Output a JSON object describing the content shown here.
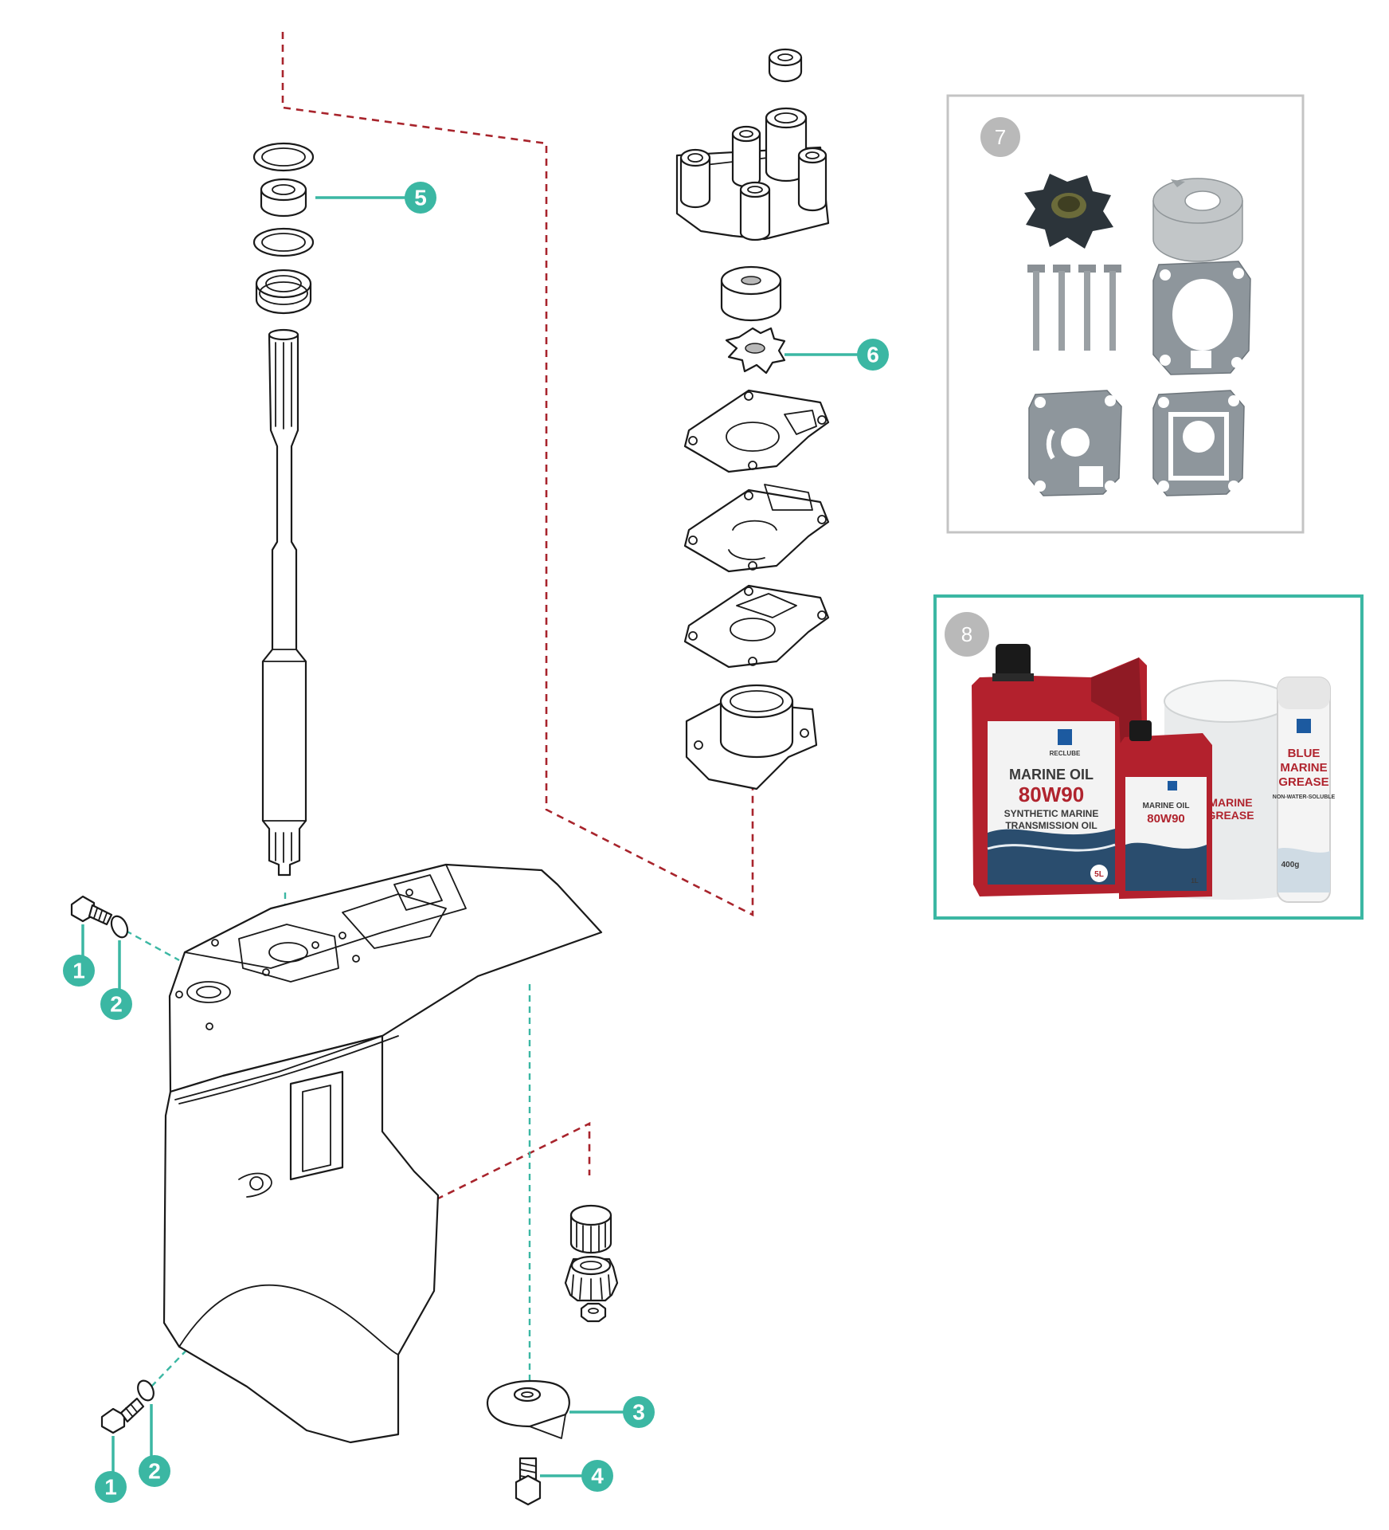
{
  "colors": {
    "accent_teal": "#3bb7a3",
    "dash_red": "#a8242c",
    "badge_gray": "#b9b9b9",
    "kit_border_gray": "#c4c4c4",
    "oil_red": "#b3212d"
  },
  "callouts": [
    {
      "id": "1a",
      "label": "1"
    },
    {
      "id": "2a",
      "label": "2"
    },
    {
      "id": "1b",
      "label": "1"
    },
    {
      "id": "2b",
      "label": "2"
    },
    {
      "id": "3",
      "label": "3"
    },
    {
      "id": "4",
      "label": "4"
    },
    {
      "id": "5",
      "label": "5"
    },
    {
      "id": "6",
      "label": "6"
    }
  ],
  "kit_box": {
    "badge": "7"
  },
  "oil_box": {
    "badge": "8",
    "big_can": {
      "brand": "RECLUBE",
      "product": "MARINE OIL",
      "grade": "80W90",
      "desc_line1": "SYNTHETIC MARINE",
      "desc_line2": "TRANSMISSION OIL",
      "volume": "5L"
    },
    "small_can": {
      "product": "MARINE OIL",
      "grade": "80W90",
      "volume": "1L"
    },
    "bucket": {
      "product_line1": "MARINE",
      "product_line2": "GREASE"
    },
    "tube": {
      "product_line1": "BLUE",
      "product_line2": "MARINE",
      "product_line3": "GREASE",
      "desc": "NON-WATER-SOLUBLE",
      "volume": "400g"
    }
  }
}
